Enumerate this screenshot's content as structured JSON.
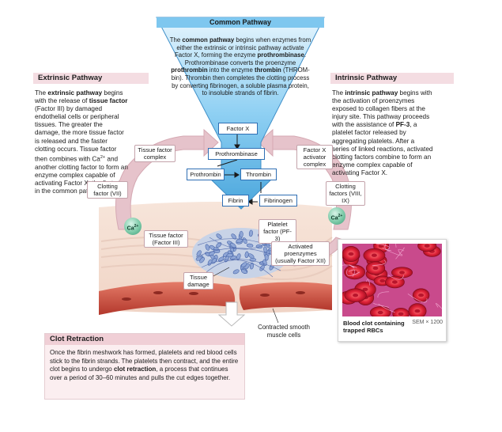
{
  "colors": {
    "funnel": "#7cc6ee",
    "arrow_pink": "#e6c3cb",
    "header_pink": "#f4dde2",
    "block_border": "#2f6fb4",
    "calcium": "#7ccaa8"
  },
  "common": {
    "title": "Common Pathway",
    "p1": "The ",
    "b1": "common pathway",
    "p2": " begins when enzymes from either the extrinsic or intrinsic pathway activate Factor X, forming the enzyme ",
    "b2": "prothrombinase",
    "p3": ". Prothrombinase converts the proenzyme ",
    "b3": "prothrombin",
    "p4": " into the enzyme ",
    "b4": "thrombin",
    "p5": " (THROM-bin). Thrombin then completes the clotting process by converting fibrinogen, a soluble plasma protein, to insoluble strands of fibrin.",
    "factor_x": "Factor X",
    "prothrombinase": "Prothrombinase",
    "prothrombin": "Prothrombin",
    "thrombin": "Thrombin",
    "fibrin": "Fibrin",
    "fibrinogen": "Fibrinogen"
  },
  "extrinsic": {
    "title": "Extrinsic Pathway",
    "p1": "The ",
    "b1": "extrinsic pathway",
    "p2": " begins with the release of ",
    "b2": "tissue factor",
    "p3": " (Factor III) by damaged endothelial cells or peripheral tissues. The greater the damage, the more tissue factor is released and the faster clotting occurs. Tissue factor then combines with Ca",
    "sup": "2+",
    "p4": " and another clotting factor to form an enzyme complex capable of activating Factor X, the first step in the common pathway.",
    "complex": "Tissue factor complex",
    "vii": "Clotting factor (VII)",
    "tf3": "Tissue factor (Factor III)",
    "damage": "Tissue damage"
  },
  "intrinsic": {
    "title": "Intrinsic Pathway",
    "p1": "The ",
    "b1": "intrinsic pathway",
    "p2": " begins with the activation of proenzymes exposed to collagen fibers at the injury site. This pathway proceeds with the assistance of ",
    "b2": "PF-3",
    "p3": ", a platelet factor released by aggregating platelets. After a series of linked reactions, activated clotting factors combine to form an enzyme complex capable of activating Factor X.",
    "activator": "Factor X activator complex",
    "viii": "Clotting factors (VIII, IX)",
    "pf3": "Platelet factor (PF-3)",
    "xii": "Activated proenzymes (usually Factor XII)"
  },
  "calcium_label": "Ca",
  "calcium_sup": "2+",
  "muscle_label": "Contracted smooth muscle cells",
  "photo": {
    "caption": "Blood clot containing trapped RBCs",
    "sem": "SEM × 1200"
  },
  "retraction": {
    "title": "Clot Retraction",
    "p1": "Once the fibrin meshwork has formed, platelets and red blood cells stick to the fibrin strands. The platelets then contract, and the entire clot begins to undergo ",
    "b1": "clot retraction",
    "p2": ", a process that continues over a period of 30–60 minutes and pulls the cut edges together."
  }
}
